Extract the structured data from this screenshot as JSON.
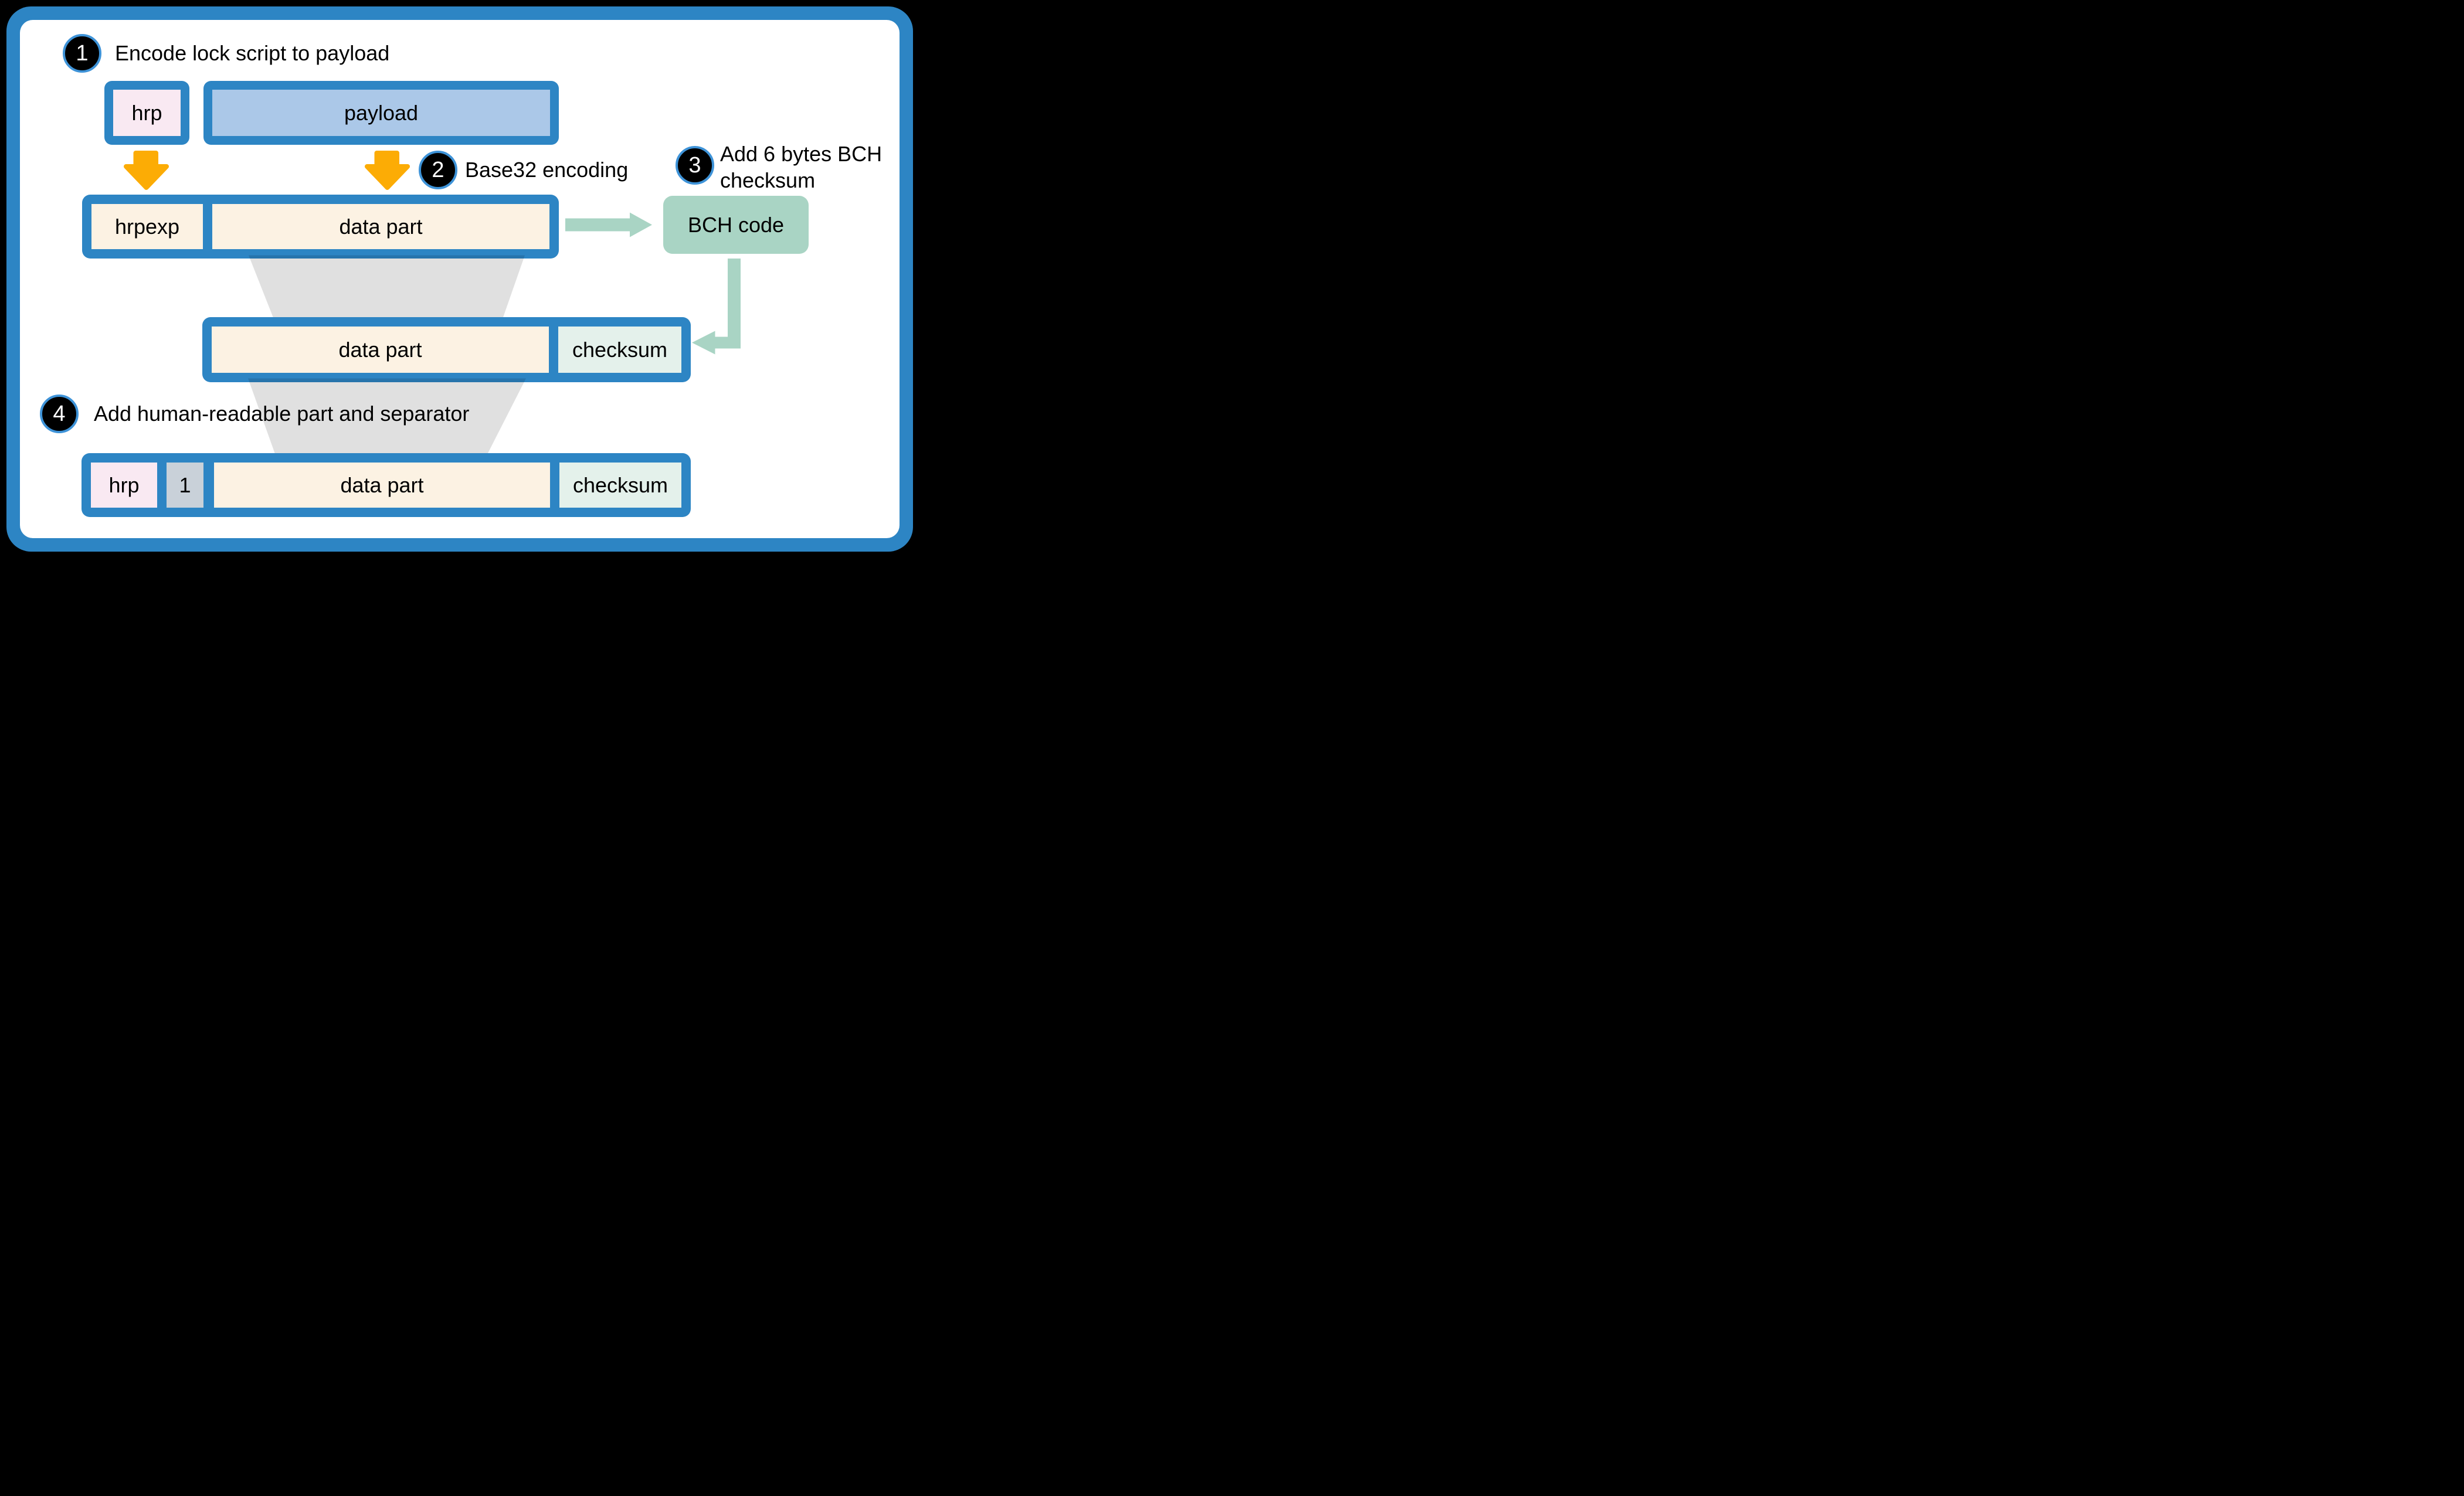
{
  "colors": {
    "canvas": "#000000",
    "frame-blue": "#2d85c4",
    "panel-white": "#ffffff",
    "badge-ring": "#3e93d8",
    "badge-fill": "#000000",
    "badge-text": "#ffffff",
    "pink": "#f9e9f2",
    "payload-blue": "#abc8e8",
    "cream": "#fcf2e3",
    "mint": "#e4f1eb",
    "green": "#a9d4c4",
    "sep-gray": "#c9d1d9",
    "orange": "#fcac05",
    "funnel-gray": "rgba(0,0,0,0.12)",
    "text": "#000000"
  },
  "steps": {
    "step1": {
      "number": "1",
      "title": "Encode lock script to payload"
    },
    "step2": {
      "number": "2",
      "title": "Base32 encoding"
    },
    "step3": {
      "number": "3",
      "title_line1": "Add 6 bytes BCH",
      "title_line2": "checksum"
    },
    "step4": {
      "number": "4",
      "title": "Add human-readable part and separator"
    }
  },
  "row1": {
    "hrp": "hrp",
    "payload": "payload"
  },
  "row2": {
    "hrpexp": "hrpexp",
    "data_part": "data part"
  },
  "bch": {
    "label": "BCH code"
  },
  "row3": {
    "data_part": "data part",
    "checksum": "checksum"
  },
  "row4": {
    "hrp": "hrp",
    "separator": "1",
    "data_part": "data part",
    "checksum": "checksum"
  }
}
